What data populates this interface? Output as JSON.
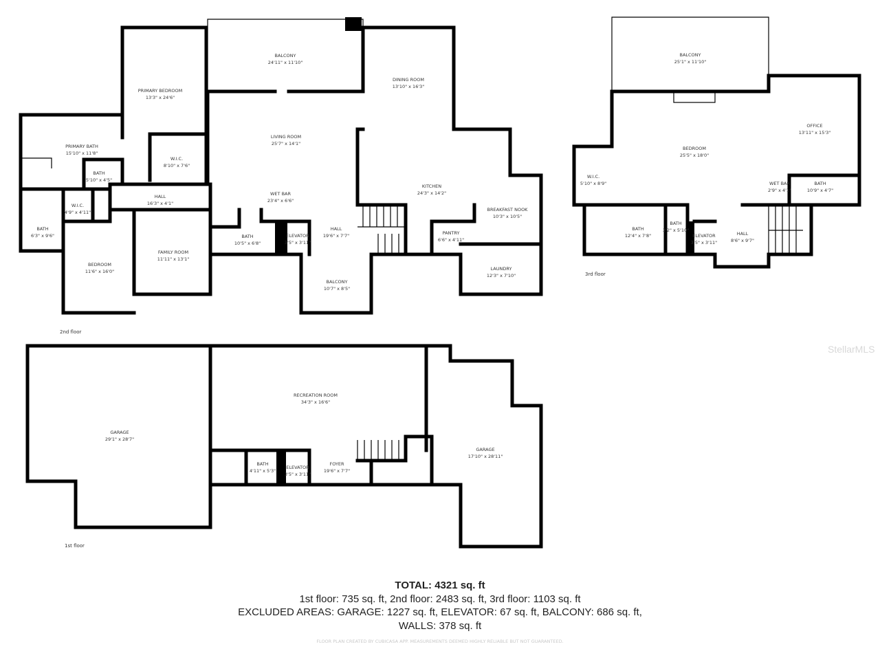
{
  "floors": {
    "second": {
      "label": "2nd floor",
      "rooms": [
        {
          "name": "BALCONY",
          "size": "24'11\" x 11'10\""
        },
        {
          "name": "PRIMARY BEDROOM",
          "size": "13'3\" x 24'6\""
        },
        {
          "name": "DINING ROOM",
          "size": "13'10\" x 16'3\""
        },
        {
          "name": "LIVING ROOM",
          "size": "25'7\" x 14'1\""
        },
        {
          "name": "PRIMARY BATH",
          "size": "15'10\" x 11'8\""
        },
        {
          "name": "W.I.C.",
          "size": "8'10\" x 7'6\""
        },
        {
          "name": "BATH",
          "size": "5'10\" x 4'5\""
        },
        {
          "name": "HALL",
          "size": "16'3\" x 4'1\""
        },
        {
          "name": "W.I.C.",
          "size": "4'9\" x 4'11\""
        },
        {
          "name": "BATH",
          "size": "6'3\" x 9'6\""
        },
        {
          "name": "KITCHEN",
          "size": "24'3\" x 14'2\""
        },
        {
          "name": "WET BAR",
          "size": "23'4\" x 6'6\""
        },
        {
          "name": "BREAKFAST NOOK",
          "size": "10'3\" x 10'5\""
        },
        {
          "name": "BATH",
          "size": "10'5\" x 6'8\""
        },
        {
          "name": "ELEVATOR",
          "size": "3'5\" x 3'11\""
        },
        {
          "name": "HALL",
          "size": "19'6\" x 7'7\""
        },
        {
          "name": "PANTRY",
          "size": "6'6\" x 4'11\""
        },
        {
          "name": "BEDROOM",
          "size": "11'6\" x 16'0\""
        },
        {
          "name": "FAMILY ROOM",
          "size": "11'11\" x 13'1\""
        },
        {
          "name": "LAUNDRY",
          "size": "12'3\" x 7'10\""
        },
        {
          "name": "BALCONY",
          "size": "10'7\" x 8'5\""
        }
      ]
    },
    "third": {
      "label": "3rd floor",
      "rooms": [
        {
          "name": "BALCONY",
          "size": "25'1\" x 11'10\""
        },
        {
          "name": "OFFICE",
          "size": "13'11\" x 15'3\""
        },
        {
          "name": "BEDROOM",
          "size": "25'5\" x 18'0\""
        },
        {
          "name": "W.I.C.",
          "size": "5'10\" x 8'9\""
        },
        {
          "name": "WET BAR",
          "size": "2'9\" x 4'1\""
        },
        {
          "name": "BATH",
          "size": "10'9\" x 4'7\""
        },
        {
          "name": "BATH",
          "size": "12'4\" x 7'8\""
        },
        {
          "name": "BATH",
          "size": "3'2\" x 5'10\""
        },
        {
          "name": "ELEVATOR",
          "size": "3'5\" x 3'11\""
        },
        {
          "name": "HALL",
          "size": "8'6\" x 9'7\""
        }
      ]
    },
    "first": {
      "label": "1st floor",
      "rooms": [
        {
          "name": "RECREATION ROOM",
          "size": "34'3\" x 16'6\""
        },
        {
          "name": "GARAGE",
          "size": "29'1\" x 28'7\""
        },
        {
          "name": "GARAGE",
          "size": "17'10\" x 28'11\""
        },
        {
          "name": "BATH",
          "size": "4'11\" x 5'3\""
        },
        {
          "name": "ELEVATOR",
          "size": "3'5\" x 3'11\""
        },
        {
          "name": "FOYER",
          "size": "19'6\" x 7'7\""
        }
      ]
    }
  },
  "totals": {
    "total_label": "TOTAL:",
    "total_value": "4321 sq. ft",
    "floors_line": "1st floor: 735 sq. ft, 2nd floor: 2483 sq. ft, 3rd floor: 1103 sq. ft",
    "excluded_line": "EXCLUDED AREAS: GARAGE: 1227 sq. ft, ELEVATOR: 67 sq. ft, BALCONY: 686 sq. ft,",
    "walls_line": "WALLS: 378 sq. ft"
  },
  "credit": "FLOOR PLAN CREATED BY CUBICASA APP. MEASUREMENTS DEEMED HIGHLY RELIABLE BUT NOT GUARANTEED.",
  "watermark": "StellarMLS"
}
